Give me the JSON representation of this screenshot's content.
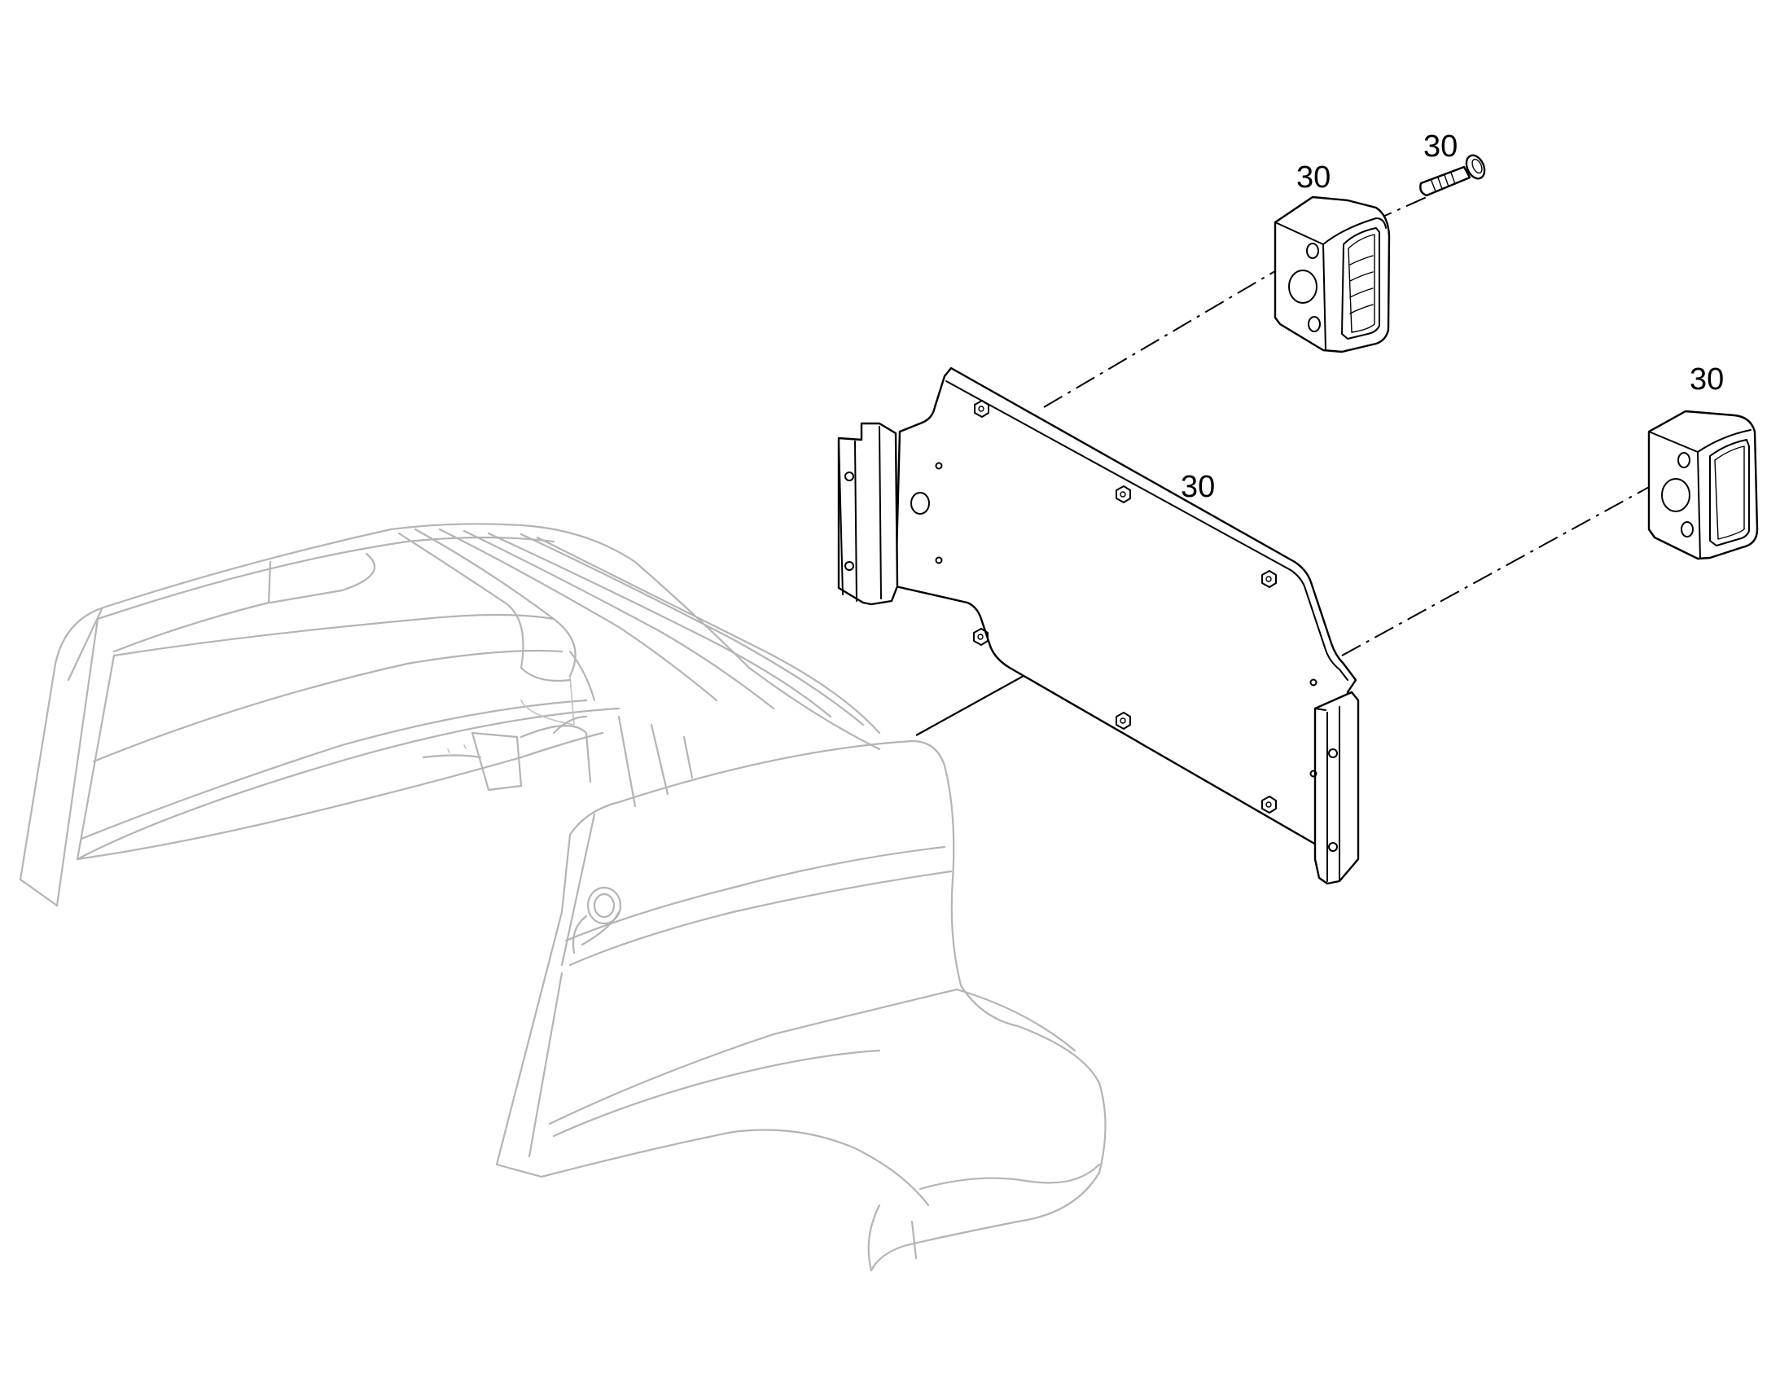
{
  "callouts": {
    "screw": "30",
    "lamp_left": "30",
    "lamp_right": "30",
    "bracket": "30"
  }
}
